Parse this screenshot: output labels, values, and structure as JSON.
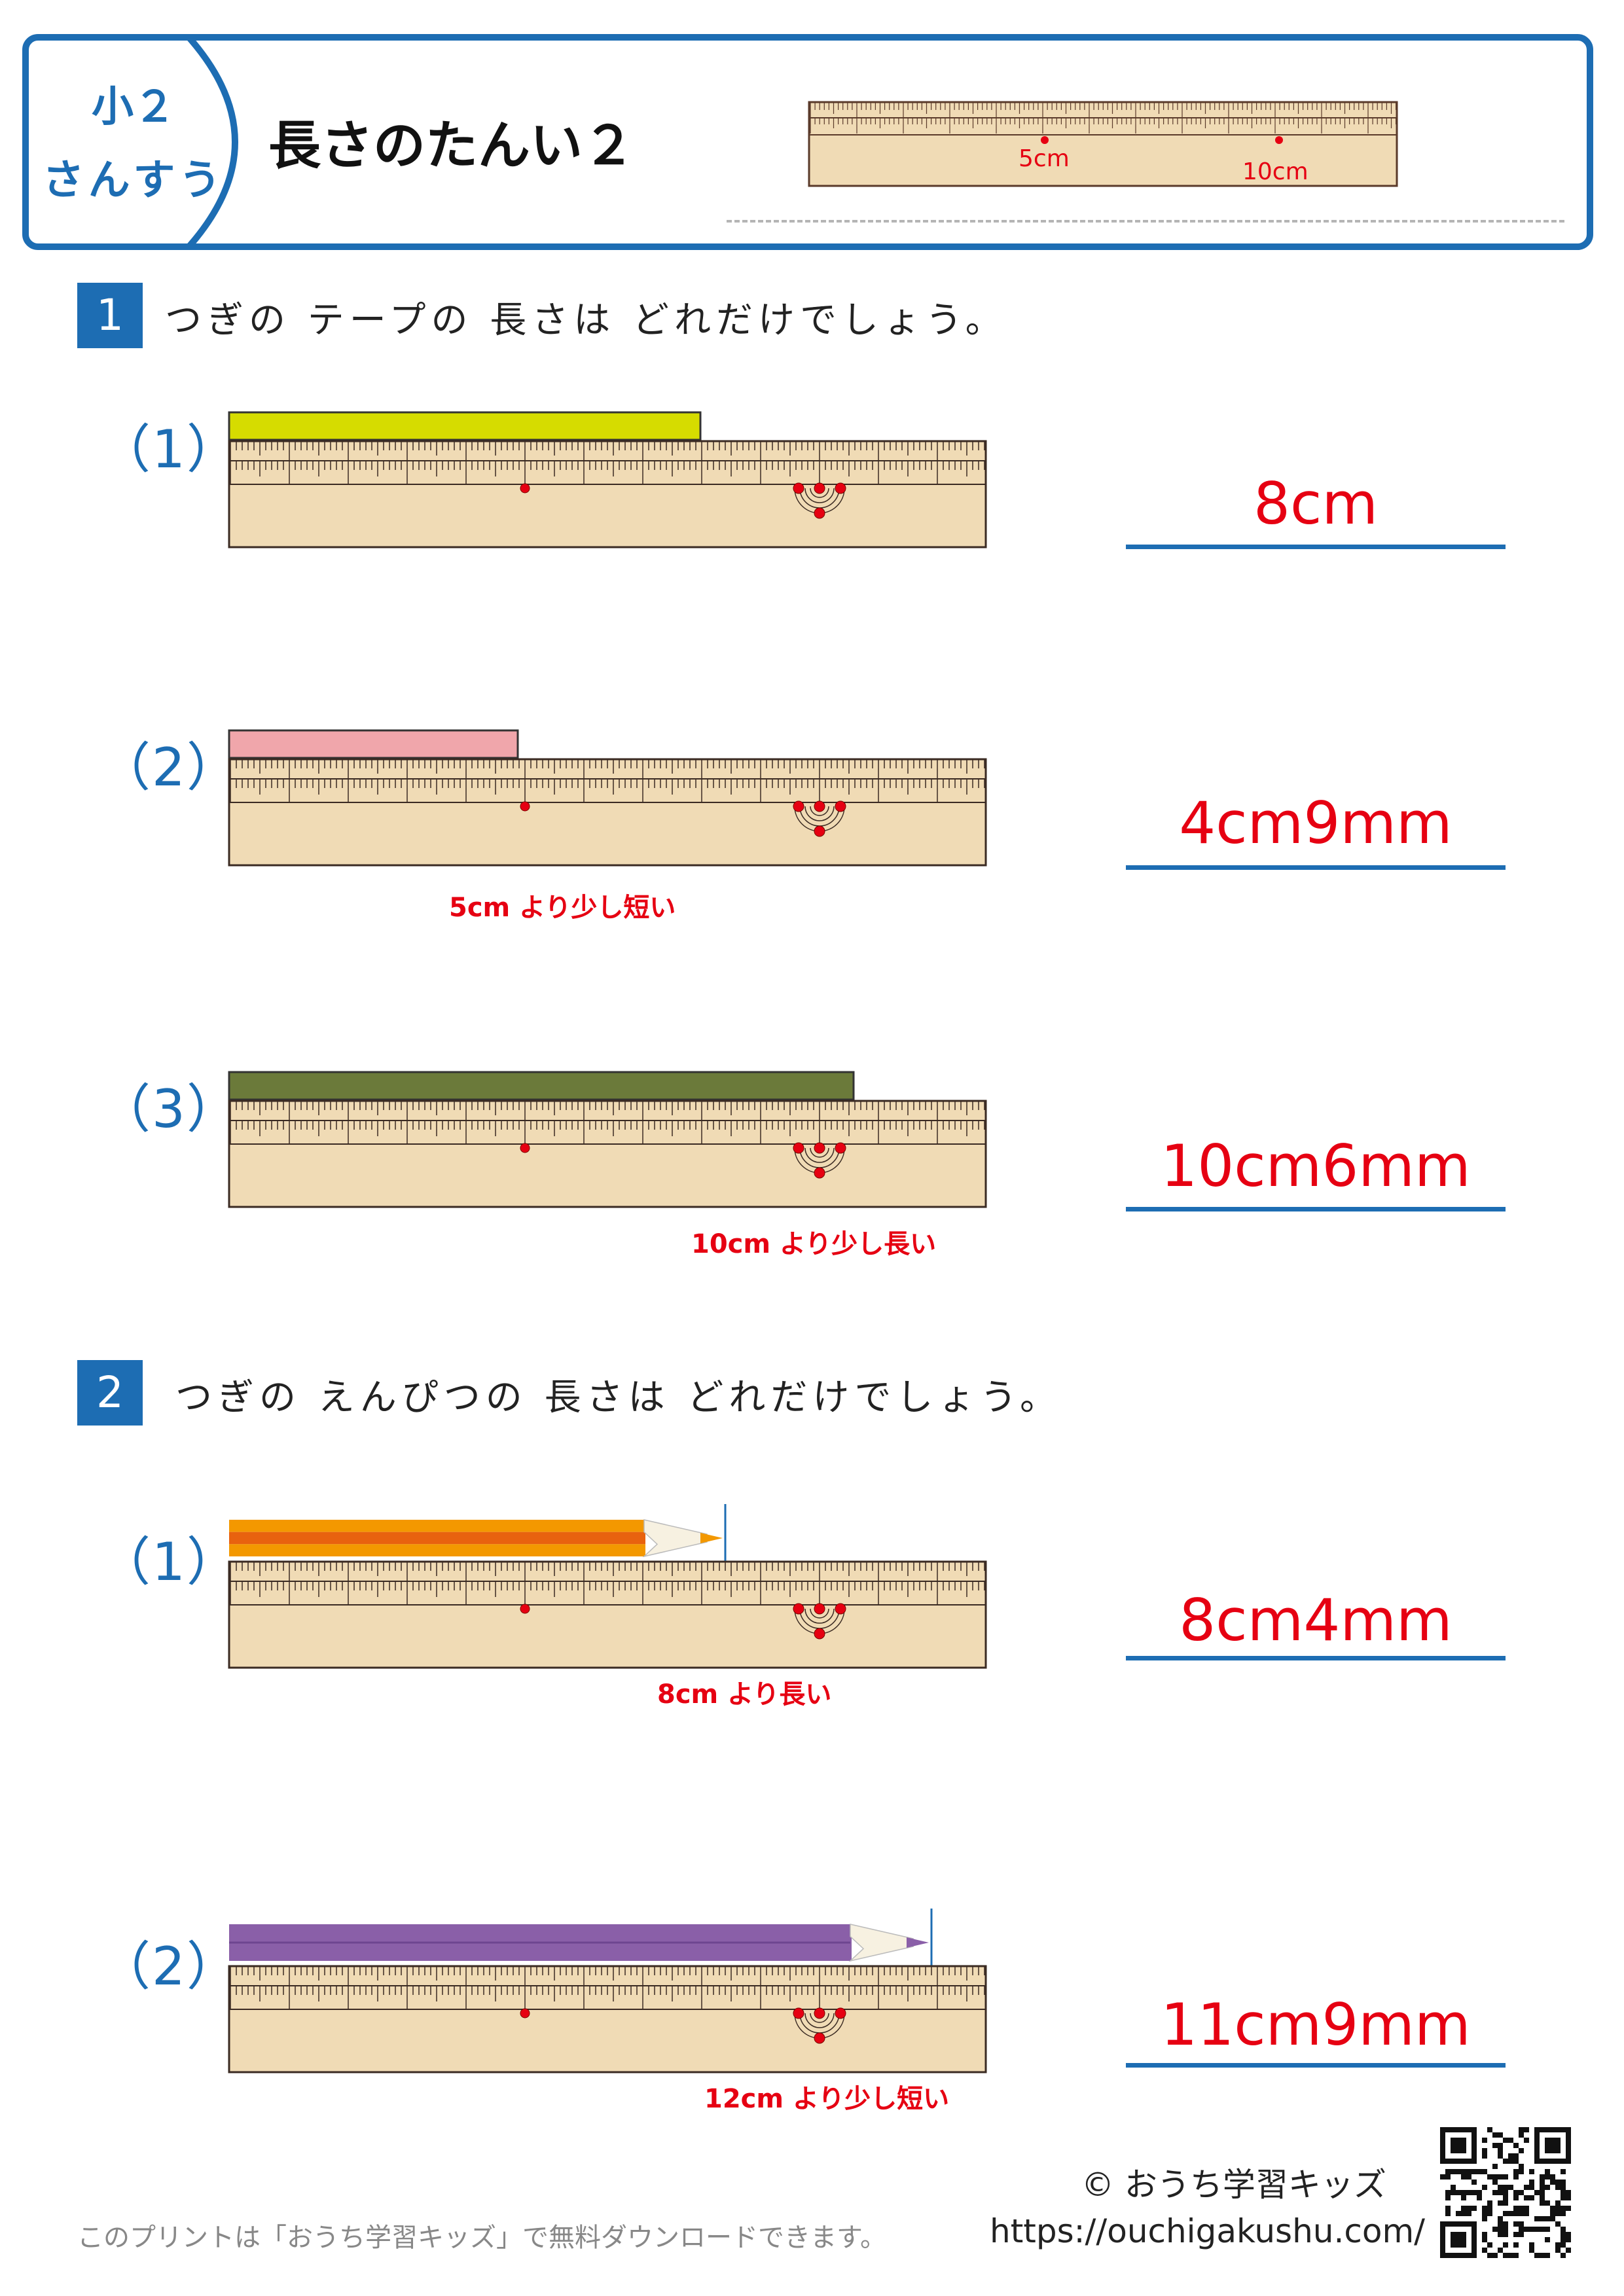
{
  "header": {
    "grade": "小２",
    "subject": "さんすう",
    "title": "長さのたんい２",
    "ruler_labels": [
      "5cm",
      "10cm"
    ]
  },
  "section1": {
    "number": "1",
    "instruction": "つぎの テープの 長さは どれだけでしょう。",
    "questions": [
      {
        "label": "（1）",
        "answer": "8cm",
        "hint": "",
        "tape_length_mm": 80,
        "tape_color": "#d6dc00"
      },
      {
        "label": "（2）",
        "answer": "4cm9mm",
        "hint": "5cm より少し短い",
        "tape_length_mm": 49,
        "tape_color": "#f0a6ab"
      },
      {
        "label": "（3）",
        "answer": "10cm6mm",
        "hint": "10cm より少し長い",
        "tape_length_mm": 106,
        "tape_color": "#6b7a3a"
      }
    ]
  },
  "section2": {
    "number": "2",
    "instruction": "つぎの えんぴつの 長さは どれだけでしょう。",
    "questions": [
      {
        "label": "（1）",
        "answer": "8cm4mm",
        "hint": "8cm より長い",
        "pencil_length_mm": 84,
        "pencil_color": "orange"
      },
      {
        "label": "（2）",
        "answer": "11cm9mm",
        "hint": "12cm より少し短い",
        "pencil_length_mm": 119,
        "pencil_color": "purple"
      }
    ]
  },
  "footer": {
    "copyright": "© おうち学習キッズ",
    "url": "https://ouchigakushu.com/",
    "note": "このプリントは「おうち学習キッズ」で無料ダウンロードできます。"
  }
}
